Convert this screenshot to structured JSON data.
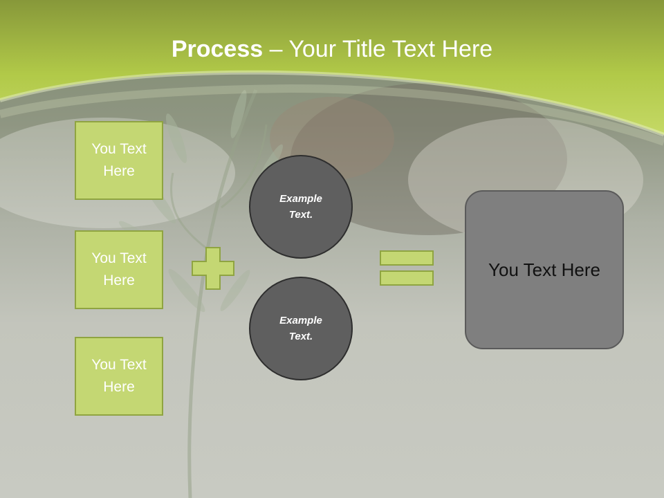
{
  "title": {
    "bold": "Process",
    "rest": " – Your Title Text Here"
  },
  "left_boxes": [
    {
      "label": "You Text\nHere"
    },
    {
      "label": "You Text\nHere"
    },
    {
      "label": "You Text\nHere"
    }
  ],
  "circles": [
    {
      "label": "Example\nText."
    },
    {
      "label": "Example\nText."
    }
  ],
  "result": {
    "label": "You Text Here"
  },
  "colors": {
    "accent_green": "#c4d773",
    "header_green": "#a9c23f",
    "circle_fill": "#5f5f5f",
    "result_fill": "#7f7f7f"
  },
  "icons": {
    "operator_1": "plus-icon",
    "operator_2": "equals-icon"
  }
}
